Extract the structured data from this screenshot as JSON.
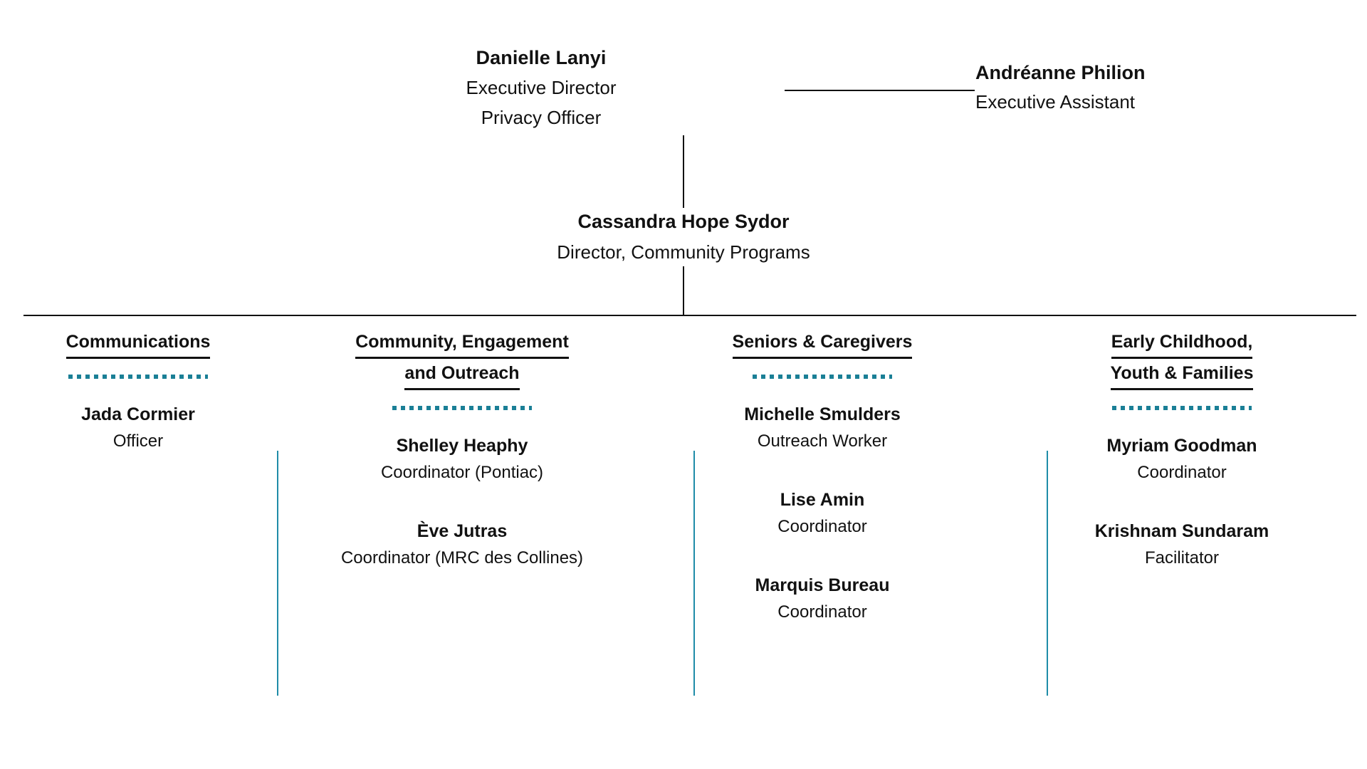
{
  "org_chart": {
    "executive": {
      "name": "Danielle Lanyi",
      "role_line_1": "Executive Director",
      "role_line_2": "Privacy Officer"
    },
    "assistant": {
      "name": "Andréanne Philion",
      "role": "Executive Assistant"
    },
    "director": {
      "name": "Cassandra Hope Sydor",
      "role": "Director, Community Programs"
    },
    "departments": [
      {
        "header_line_1": "Communications",
        "header_line_2": "",
        "staff": [
          {
            "name": "Jada Cormier",
            "title": "Officer"
          }
        ]
      },
      {
        "header_line_1": "Community, Engagement ",
        "header_line_2": "and Outreach",
        "staff": [
          {
            "name": "Shelley Heaphy",
            "title": "Coordinator (Pontiac)"
          },
          {
            "name": "Ève Jutras",
            "title": "Coordinator (MRC des Collines)"
          }
        ]
      },
      {
        "header_line_1": "Seniors & Caregivers",
        "header_line_2": "",
        "staff": [
          {
            "name": "Michelle Smulders",
            "title": "Outreach Worker"
          },
          {
            "name": "Lise Amin",
            "title": "Coordinator"
          },
          {
            "name": "Marquis Bureau",
            "title": "Coordinator"
          }
        ]
      },
      {
        "header_line_1": "Early Childhood,",
        "header_line_2": "Youth & Families",
        "staff": [
          {
            "name": "Myriam Goodman",
            "title": "Coordinator"
          },
          {
            "name": "Krishnam Sundaram",
            "title": "Facilitator"
          }
        ]
      }
    ],
    "colors": {
      "text": "#111111",
      "connector": "#111111",
      "accent_dotted": "#1a7f96",
      "accent_separator": "#1f8ca8",
      "background": "#ffffff"
    }
  }
}
